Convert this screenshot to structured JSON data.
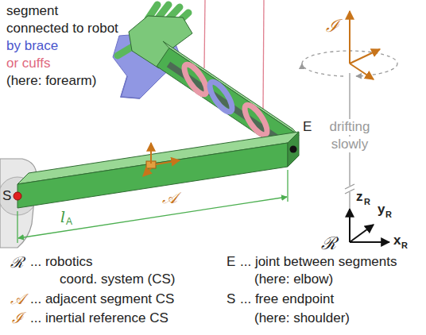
{
  "diagram": {
    "labels": [
      "segment",
      "connected to robot",
      "by brace",
      "or cuffs",
      "(here: forearm)",
      "S",
      "E",
      "𝒜",
      "l",
      "A",
      "ℐ",
      "drifting",
      "slowly",
      "ℛ",
      "z",
      "R",
      "y",
      "R",
      "x",
      "R",
      "ℛ",
      "... robotics",
      "coord. system (CS)",
      "𝒜",
      "... adjacent segment CS",
      "ℐ",
      "... inertial reference CS",
      "E",
      "... joint between segments",
      "(here: elbow)",
      "S",
      "... free endpoint",
      "(here: shoulder)"
    ]
  }
}
